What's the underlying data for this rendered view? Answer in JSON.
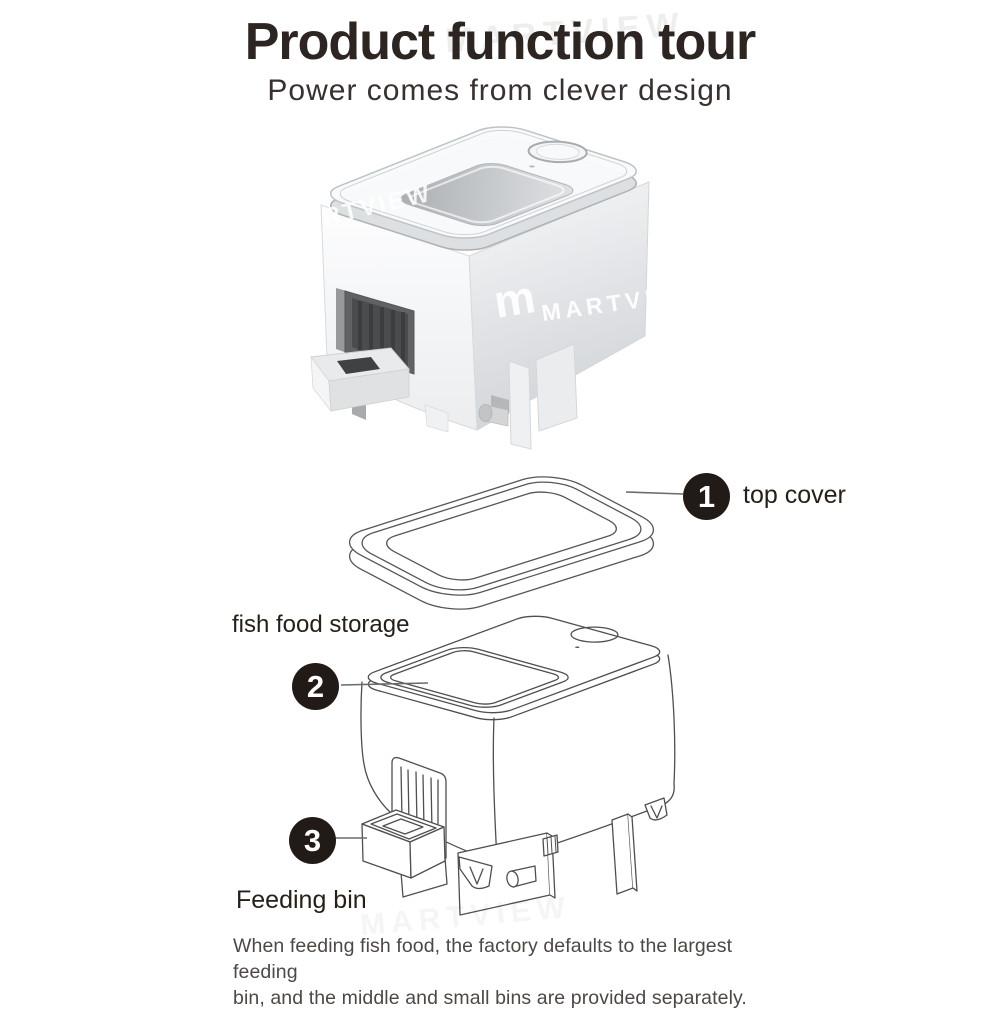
{
  "header": {
    "title": "Product function tour",
    "subtitle": "Power comes from clever design"
  },
  "watermark": {
    "brand": "MARTVIEW",
    "logo_glyph": "m",
    "cover_fragment": "RTVIEW"
  },
  "callouts": {
    "one": {
      "number": "1",
      "label": "top cover"
    },
    "two": {
      "number": "2",
      "label": "fish food storage"
    },
    "three": {
      "number": "3",
      "label": "Feeding bin"
    }
  },
  "footer": {
    "note_line1": "When feeding fish food, the factory defaults to the largest feeding",
    "note_line2": "bin, and the middle and small bins are provided separately."
  },
  "colors": {
    "callout_bg": "#221a16",
    "ink": "#2d2522",
    "ink_soft": "#383130",
    "label_ink": "#262019",
    "muted_ink": "#4e4845",
    "line_art": "#4f4f4f"
  }
}
